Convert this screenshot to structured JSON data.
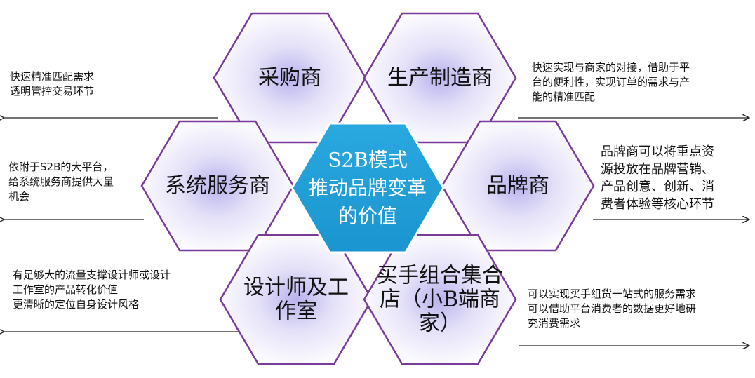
{
  "center": {
    "lines": [
      "S2B模式",
      "推动品牌变革",
      "的价值"
    ]
  },
  "hexagons": [
    {
      "id": "purchaser",
      "lines": [
        "采购商"
      ]
    },
    {
      "id": "manufacturer",
      "lines": [
        "生产制造商"
      ]
    },
    {
      "id": "system-service",
      "lines": [
        "系统服务商"
      ]
    },
    {
      "id": "brand",
      "lines": [
        "品牌商"
      ]
    },
    {
      "id": "designer",
      "lines": [
        "设计师及工",
        "作室"
      ]
    },
    {
      "id": "buyer-group",
      "lines": [
        "买手组合集合",
        "店（小B端商",
        "家）"
      ]
    }
  ],
  "annotations": [
    {
      "id": "purchaser-note",
      "lines": [
        "快速精准匹配需求",
        "透明管控交易环节"
      ]
    },
    {
      "id": "manufacturer-note",
      "lines": [
        "快速实现与商家的对接，借助于平",
        "台的便利性，实现订单的需求与产",
        "能的精准匹配"
      ]
    },
    {
      "id": "system-service-note",
      "lines": [
        "依附于S2B的大平台，",
        "给系统服务商提供大量",
        "机会"
      ]
    },
    {
      "id": "brand-note",
      "lines": [
        "品牌商可以将重点资",
        "源投放在品牌营销、",
        "产品创意、创新、消",
        "费者体验等核心环节"
      ]
    },
    {
      "id": "designer-note",
      "lines": [
        "有足够大的流量支撑设计师或设计",
        "工作室的产品转化价值",
        "更清晰的定位自身设计风格"
      ]
    },
    {
      "id": "buyer-group-note",
      "lines": [
        "可以实现买手组货一站式的服务需求",
        "可以借助平台消费者的数据更好地研",
        "究消费需求"
      ]
    }
  ],
  "colors": {
    "hex_border": "#7a3a9a",
    "hex_glow": "#c9c3f0",
    "center_fill": "#1e9fd8",
    "center_border": "#ffffff",
    "arrow": "#222222"
  }
}
